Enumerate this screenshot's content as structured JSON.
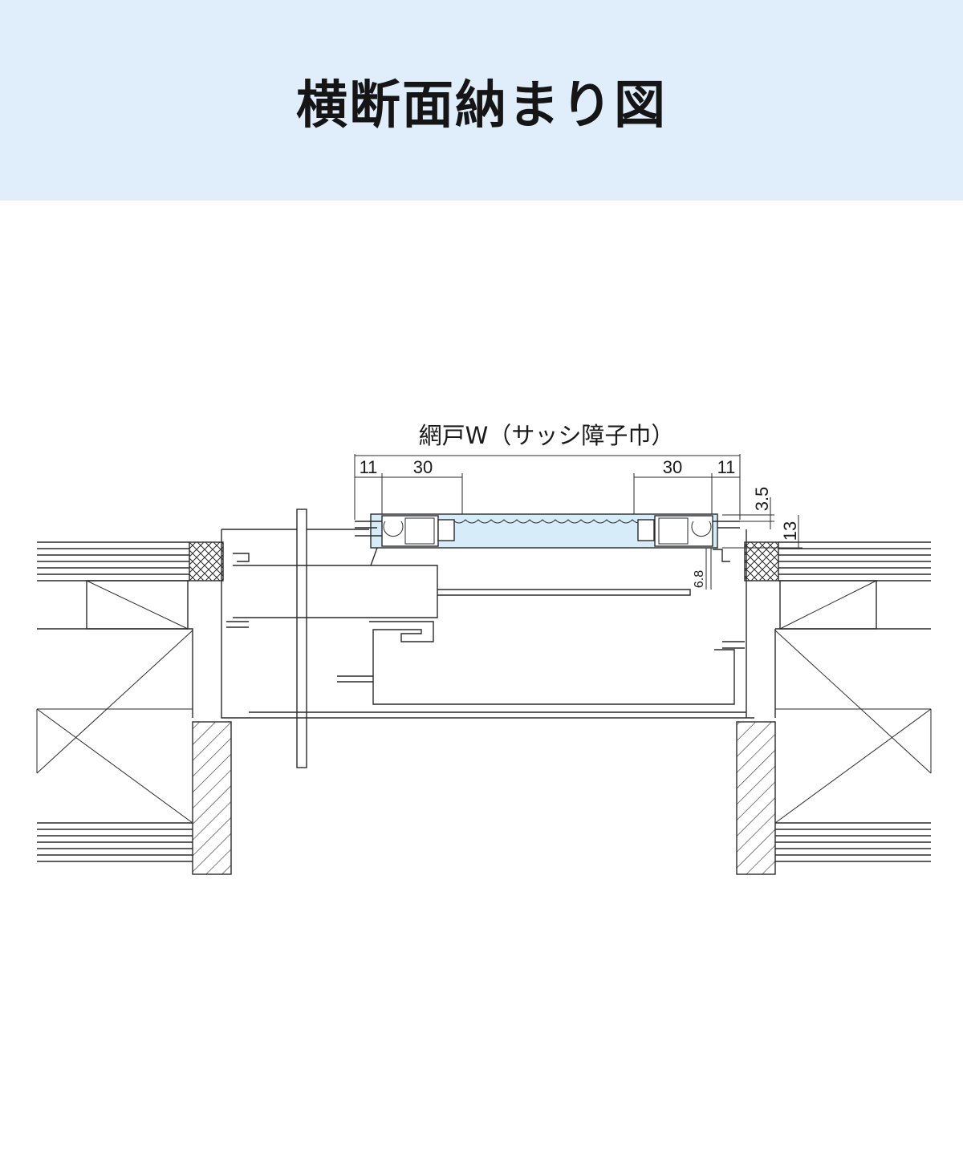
{
  "header": {
    "title": "横断面納まり図",
    "background": "#e0eefc"
  },
  "drawing": {
    "caption": "網戸W（サッシ障子巾）",
    "dimensions": {
      "left_frame": "11",
      "left_stile": "30",
      "right_stile": "30",
      "right_frame": "11",
      "offset_top": "3.5",
      "depth": "13",
      "gap": "6.8"
    },
    "colors": {
      "line": "#2a2a2a",
      "mesh_fill": "#d6ecf8"
    }
  }
}
